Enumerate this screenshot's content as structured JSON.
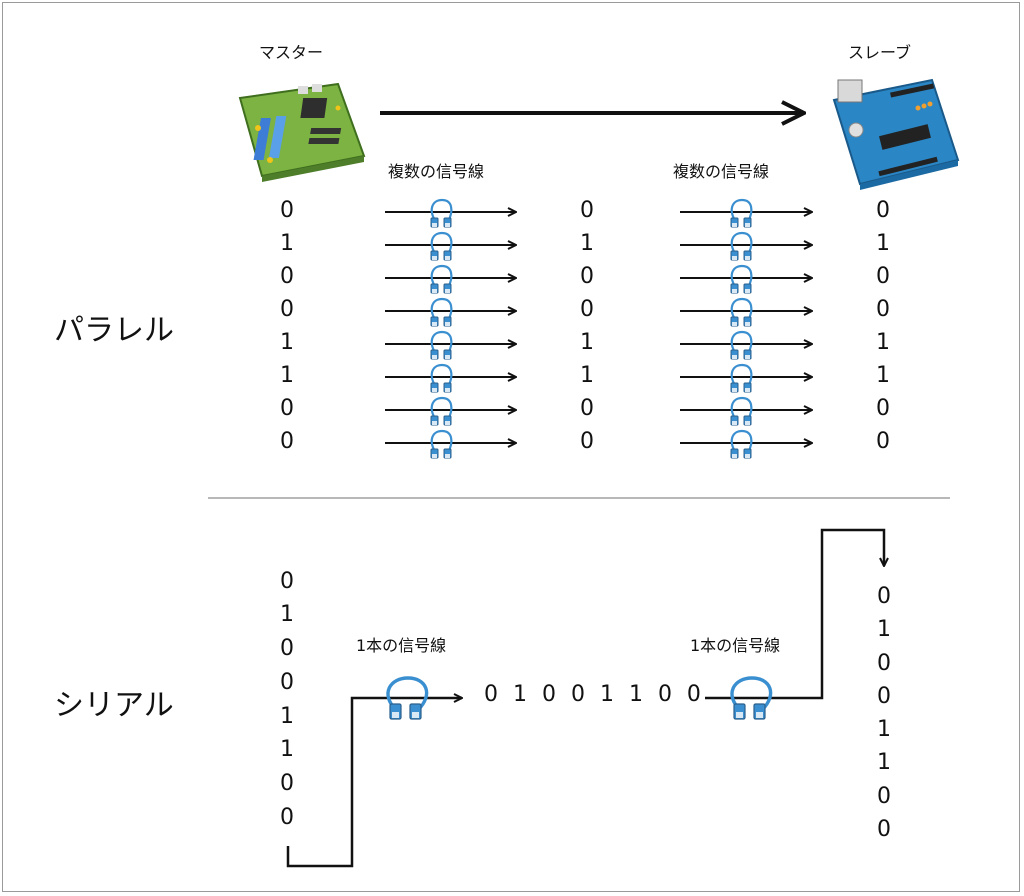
{
  "parallel": {
    "title": "パラレル",
    "master_label": "マスター",
    "slave_label": "スレーブ",
    "lines_label_1": "複数の信号線",
    "lines_label_2": "複数の信号線",
    "bits": [
      "0",
      "1",
      "0",
      "0",
      "1",
      "1",
      "0",
      "0"
    ]
  },
  "serial": {
    "title": "シリアル",
    "line_label_1": "1本の信号線",
    "line_label_2": "1本の信号線",
    "sequence": "0 1 0 0 1 1 0 0",
    "bits": [
      "0",
      "1",
      "0",
      "0",
      "1",
      "1",
      "0",
      "0"
    ]
  },
  "icons": {
    "master": "motherboard-icon",
    "slave": "microcontroller-board-icon",
    "cable": "cable-icon"
  },
  "colors": {
    "cable": "#3a8fd0",
    "master_board": "#7cb342",
    "slave_board": "#2b86c5",
    "divider": "#a0a0a0"
  }
}
